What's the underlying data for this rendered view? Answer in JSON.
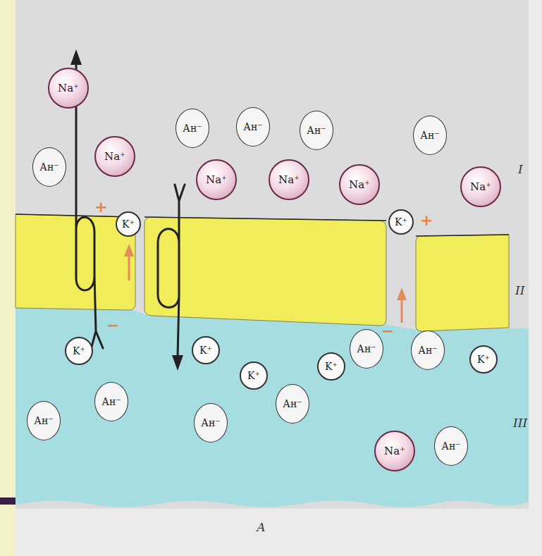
{
  "diagram": {
    "nodes": [
      {
        "text": [
          "Na⁺"
        ]
      },
      {
        "text": [
          "Ан⁻"
        ]
      },
      {
        "text": [
          "Ан⁻"
        ]
      },
      {
        "text": [
          "Ан⁻"
        ]
      },
      {
        "text": [
          "Ан⁻"
        ]
      },
      {
        "text": [
          "Ан⁻"
        ]
      },
      {
        "text": [
          "Na⁺"
        ]
      },
      {
        "text": [
          "Na⁺"
        ]
      },
      {
        "text": [
          "Na⁺"
        ]
      },
      {
        "text": [
          "Na⁺"
        ]
      },
      {
        "text": [
          "Na⁺"
        ]
      },
      {
        "text": [
          "K⁺"
        ]
      },
      {
        "text": [
          "K⁺"
        ]
      },
      {
        "text": [
          "K⁺"
        ]
      },
      {
        "text": [
          "K⁺"
        ]
      },
      {
        "text": [
          "Ан⁻"
        ]
      },
      {
        "text": [
          "Ан⁻"
        ]
      },
      {
        "text": [
          "K⁺"
        ]
      },
      {
        "text": [
          "K⁺"
        ]
      },
      {
        "text": [
          "K⁺"
        ]
      },
      {
        "text": [
          "Ан⁻"
        ]
      },
      {
        "text": [
          "Ан⁻"
        ]
      },
      {
        "text": [
          "Ан⁻"
        ]
      },
      {
        "text": [
          "Ан⁻"
        ]
      },
      {
        "text": [
          "Ан⁻"
        ]
      },
      {
        "text": [
          "Na⁺"
        ]
      }
    ],
    "labels": [
      "+",
      "I",
      "+",
      "II",
      "−",
      "−",
      "III",
      "А"
    ]
  }
}
